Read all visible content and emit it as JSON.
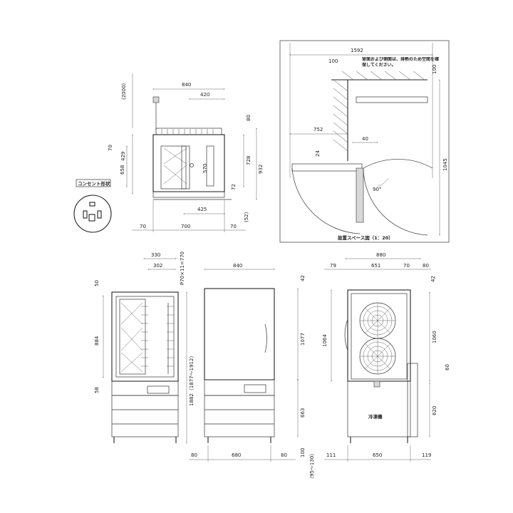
{
  "top_view": {
    "dims": {
      "top_width": "840",
      "half_width": "420",
      "height_max": "(2000)",
      "top_gap": "80",
      "left_offset": "70",
      "inner_height": "429",
      "body_height": "658",
      "height_728": "728",
      "height_932": "932",
      "inner_570": "570",
      "bottom_72": "72",
      "base_52": "(52)",
      "bottom_425": "425",
      "bottom_left_70": "70",
      "bottom_700": "700",
      "bottom_right_70": "70"
    }
  },
  "outlet": {
    "label": "コンセント形状"
  },
  "install_space": {
    "note": "背面および側面は、排熱のため空間を確保してください。",
    "dims": {
      "total": "1592",
      "back_left": "100",
      "back_right": "100",
      "width_752": "752",
      "d24": "24",
      "d40": "40",
      "depth_1045": "1045",
      "angle": "90°"
    },
    "title": "設置スペース図（1：20）"
  },
  "front_view": {
    "dims": {
      "w330": "330",
      "w302": "302",
      "pitch": "P70×11=770",
      "top50": "50",
      "h884": "884",
      "h58": "58",
      "h1882": "1882（1877〜1912）",
      "left80": "80",
      "w680": "680",
      "right80": "80",
      "foot100": "100",
      "foot_range": "（95〜130）"
    }
  },
  "side_view": {
    "dims": {
      "w840": "840",
      "top42": "42",
      "h1077": "1077",
      "h663": "663"
    }
  },
  "rear_view": {
    "dims": {
      "w880": "880",
      "w79": "79",
      "w651": "651",
      "w70": "70",
      "w80": "80",
      "top42": "42",
      "h1064": "1064",
      "h1060": "1060",
      "d60": "60",
      "h620": "620",
      "b111": "111",
      "b650": "650",
      "b119": "119"
    },
    "unit_label": "冷凍機"
  }
}
